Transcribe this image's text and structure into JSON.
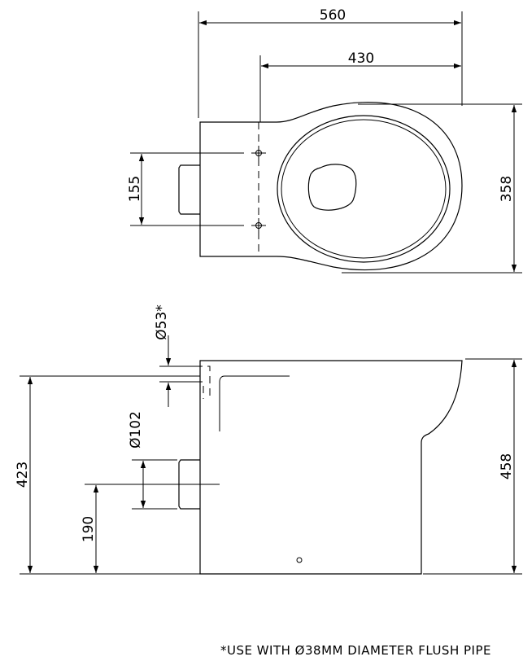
{
  "plan_view": {
    "dim_overall_width": "560",
    "dim_pan_to_centre": "430",
    "dim_fixing_centres": "155",
    "dim_overall_depth": "358"
  },
  "side_view": {
    "dim_flush_inlet": "Ø53*",
    "dim_outlet_pipe": "Ø102",
    "dim_seat_height": "423",
    "dim_outlet_height": "190",
    "dim_overall_height": "458"
  },
  "footnote": "*USE WITH Ø38MM DIAMETER FLUSH PIPE"
}
